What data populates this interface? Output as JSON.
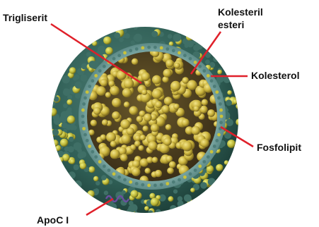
{
  "labels": {
    "triglyceride": "Trigliserit",
    "cholesteryl_ester_line1": "Kolesteril",
    "cholesteryl_ester_line2": "esteri",
    "cholesterol": "Kolesterol",
    "phospholipid": "Fosfolipit",
    "apoc": "ApoC I"
  },
  "colors": {
    "leader_line": "#e0202a",
    "surface_dark": "#2f5e55",
    "surface_ring": "#6e9a96",
    "phospholipid_head": "#c9c23a",
    "core_bead_light": "#d6c24a",
    "core_bead_dark": "#4a3a1f",
    "apoprotein": "#6a4fa0"
  }
}
